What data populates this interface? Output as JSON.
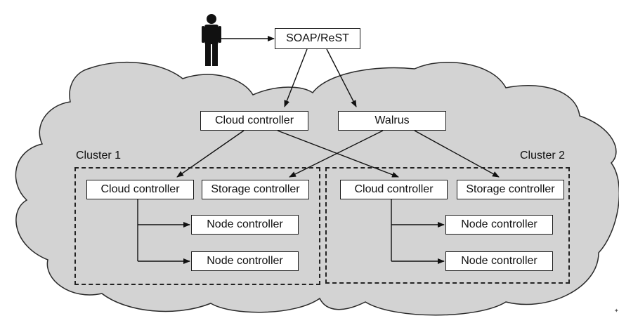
{
  "colors": {
    "cloud_fill": "#d3d3d3",
    "cloud_stroke": "#2a2a2a",
    "line": "#111111",
    "box_fill": "#ffffff"
  },
  "icons": {
    "user": "person-silhouette-icon"
  },
  "top": {
    "api": "SOAP/ReST",
    "cloud_controller": "Cloud controller",
    "walrus": "Walrus"
  },
  "clusters": [
    {
      "name": "Cluster 1",
      "cloud_controller": "Cloud controller",
      "storage_controller": "Storage controller",
      "nodes": [
        "Node controller",
        "Node controller"
      ]
    },
    {
      "name": "Cluster 2",
      "cloud_controller": "Cloud controller",
      "storage_controller": "Storage controller",
      "nodes": [
        "Node controller",
        "Node controller"
      ]
    }
  ]
}
